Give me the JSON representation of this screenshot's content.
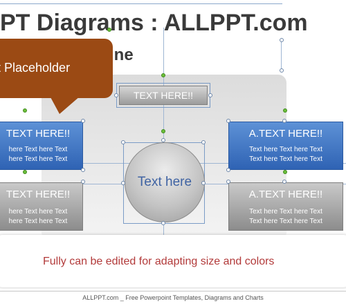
{
  "slide": {
    "title": "PT Diagrams : ALLPPT.com",
    "subtitle": "ine",
    "callout": "t Placeholder",
    "top_box": "TEXT HERE!!",
    "left_boxes": [
      {
        "title": "TEXT HERE!!",
        "line1": "here Text  here Text",
        "line2": "here Text  here Text"
      },
      {
        "title": "TEXT HERE!!",
        "line1": "here Text  here Text",
        "line2": "here Text  here Text"
      }
    ],
    "right_boxes": [
      {
        "title": "A.TEXT HERE!!",
        "line1": "Text here Text here Text",
        "line2": "Text here Text here Text"
      },
      {
        "title": "A.TEXT HERE!!",
        "line1": "Text here Text here Text",
        "line2": "Text here Text here Text"
      }
    ],
    "circle_text": "Text here",
    "note": "Fully can be edited for adapting size and colors",
    "footer": "ALLPPT.com _ Free Powerpoint Templates, Diagrams and Charts"
  },
  "colors": {
    "callout": "#9b4a14",
    "blue_box": "#2f63b4",
    "gray_box": "#9c9c9c",
    "note_text": "#b23a3a",
    "circle_text": "#3f63a3"
  }
}
